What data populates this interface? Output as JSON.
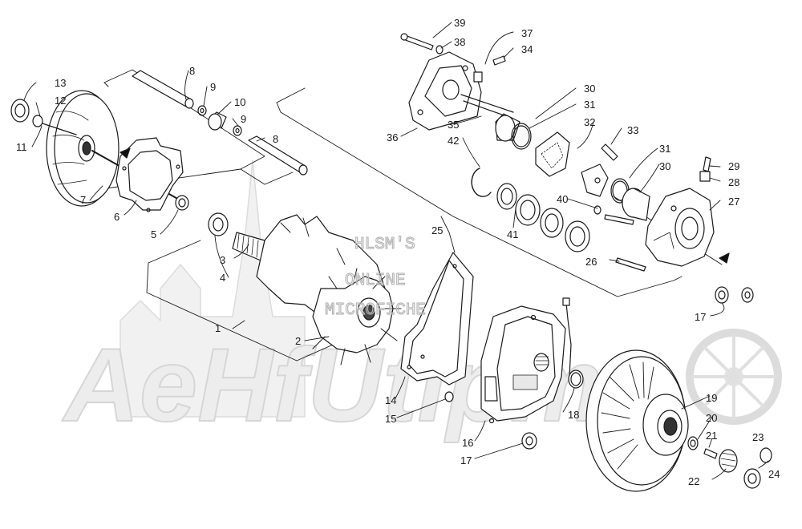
{
  "watermark": {
    "line1": "HLSM'S",
    "line2": "ONLINE",
    "line3": "MICROFICHE",
    "brand": "AeHfUtlpm"
  },
  "callouts": [
    {
      "id": "c1",
      "text": "1"
    },
    {
      "id": "c2",
      "text": "2"
    },
    {
      "id": "c3",
      "text": "3"
    },
    {
      "id": "c4",
      "text": "4"
    },
    {
      "id": "c5",
      "text": "5"
    },
    {
      "id": "c6",
      "text": "6"
    },
    {
      "id": "c7",
      "text": "7"
    },
    {
      "id": "c8a",
      "text": "8"
    },
    {
      "id": "c8b",
      "text": "8"
    },
    {
      "id": "c9a",
      "text": "9"
    },
    {
      "id": "c9b",
      "text": "9"
    },
    {
      "id": "c10",
      "text": "10"
    },
    {
      "id": "c11",
      "text": "11"
    },
    {
      "id": "c12",
      "text": "12"
    },
    {
      "id": "c13",
      "text": "13"
    },
    {
      "id": "c14",
      "text": "14"
    },
    {
      "id": "c15",
      "text": "15"
    },
    {
      "id": "c16",
      "text": "16"
    },
    {
      "id": "c17a",
      "text": "17"
    },
    {
      "id": "c17b",
      "text": "17"
    },
    {
      "id": "c18",
      "text": "18"
    },
    {
      "id": "c19",
      "text": "19"
    },
    {
      "id": "c20",
      "text": "20"
    },
    {
      "id": "c21",
      "text": "21"
    },
    {
      "id": "c22",
      "text": "22"
    },
    {
      "id": "c23",
      "text": "23"
    },
    {
      "id": "c24",
      "text": "24"
    },
    {
      "id": "c25",
      "text": "25"
    },
    {
      "id": "c26",
      "text": "26"
    },
    {
      "id": "c27",
      "text": "27"
    },
    {
      "id": "c28",
      "text": "28"
    },
    {
      "id": "c29",
      "text": "29"
    },
    {
      "id": "c30a",
      "text": "30"
    },
    {
      "id": "c30b",
      "text": "30"
    },
    {
      "id": "c31a",
      "text": "31"
    },
    {
      "id": "c31b",
      "text": "31"
    },
    {
      "id": "c32",
      "text": "32"
    },
    {
      "id": "c33",
      "text": "33"
    },
    {
      "id": "c34",
      "text": "34"
    },
    {
      "id": "c35",
      "text": "35"
    },
    {
      "id": "c36",
      "text": "36"
    },
    {
      "id": "c37",
      "text": "37"
    },
    {
      "id": "c38",
      "text": "38"
    },
    {
      "id": "c39",
      "text": "39"
    },
    {
      "id": "c40",
      "text": "40"
    },
    {
      "id": "c41",
      "text": "41"
    },
    {
      "id": "c42",
      "text": "42"
    }
  ]
}
